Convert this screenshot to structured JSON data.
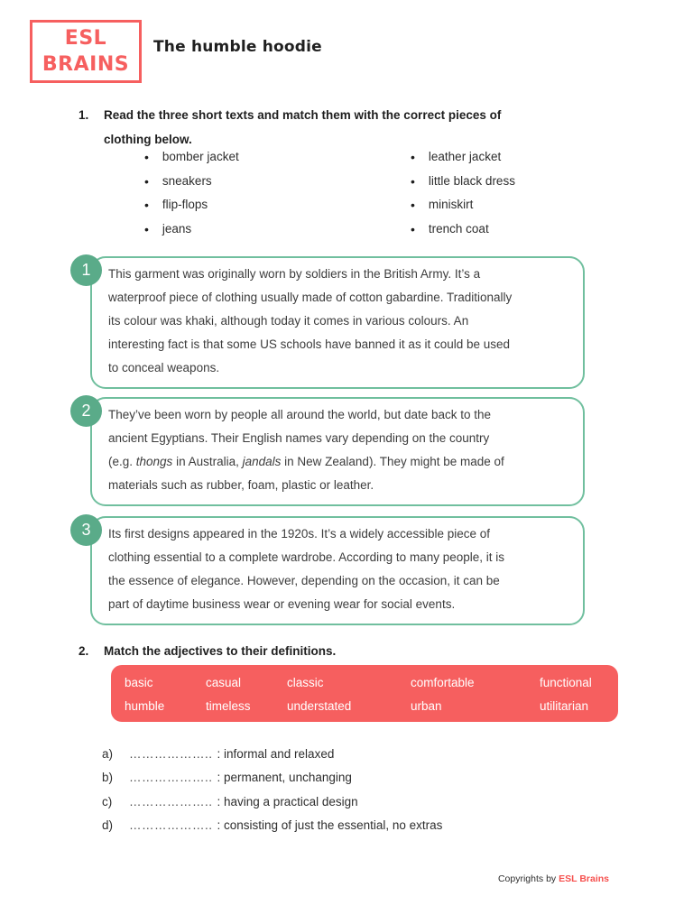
{
  "header": {
    "logo_line1": "ESL",
    "logo_line2": "BRAINS",
    "title": "The humble hoodie"
  },
  "exercise1": {
    "number": "1.",
    "instruction_lines": [
      "Read the three short texts and match them with the correct pieces of",
      "clothing below."
    ],
    "left_items": [
      "bomber jacket",
      "sneakers",
      "flip-flops",
      "jeans"
    ],
    "right_items": [
      "leather jacket",
      "little black dress",
      "miniskirt",
      "trench coat"
    ]
  },
  "texts": [
    {
      "number": "1",
      "lines": [
        "This garment was originally worn by soldiers in the British Army. It’s a",
        "waterproof piece of clothing usually made of cotton gabardine. Traditionally",
        "its colour was khaki, although today it comes in various colours. An",
        "interesting fact is that some US schools have banned it as it could be used",
        "to conceal weapons."
      ]
    },
    {
      "number": "2",
      "lines": [
        "They’ve been worn by people all around the world, but date back to the",
        "ancient Egyptians. Their English names vary depending on the country",
        [
          "(e.g. ",
          {
            "t": "thongs",
            "i": true
          },
          " in Australia, ",
          {
            "t": "jandals",
            "i": true
          },
          " in New Zealand). They might be made of"
        ],
        "materials such as rubber, foam, plastic or leather."
      ]
    },
    {
      "number": "3",
      "lines": [
        "Its first designs appeared in the 1920s. It’s a widely accessible piece of",
        "clothing essential to a complete wardrobe. According to many people, it is",
        "the essence of elegance. However, depending on the occasion, it can be",
        "part of daytime business wear or evening wear for social events."
      ]
    }
  ],
  "exercise2": {
    "number": "2.",
    "instruction": "Match the adjectives to their definitions.",
    "word_rows": [
      [
        "basic",
        "casual",
        "classic",
        "comfortable",
        "functional"
      ],
      [
        "humble",
        "timeless",
        "understated",
        "urban",
        "utilitarian"
      ]
    ],
    "definitions": [
      {
        "letter": "a)",
        "blank": "………………..",
        "text": ": informal and relaxed"
      },
      {
        "letter": "b)",
        "blank": "………………..",
        "text": ": permanent, unchanging"
      },
      {
        "letter": "c)",
        "blank": "………………..",
        "text": ": having a practical design"
      },
      {
        "letter": "d)",
        "blank": "………………..",
        "text": ": consisting of just the essential, no extras"
      }
    ]
  },
  "footer": {
    "text": "Copyrights by",
    "brand": "ESL Brains"
  },
  "colors": {
    "accent_red": "#f65f5f",
    "green_circle": "#5aab89",
    "green_border": "#70bf9e",
    "body_text": "#3c3c3c"
  }
}
